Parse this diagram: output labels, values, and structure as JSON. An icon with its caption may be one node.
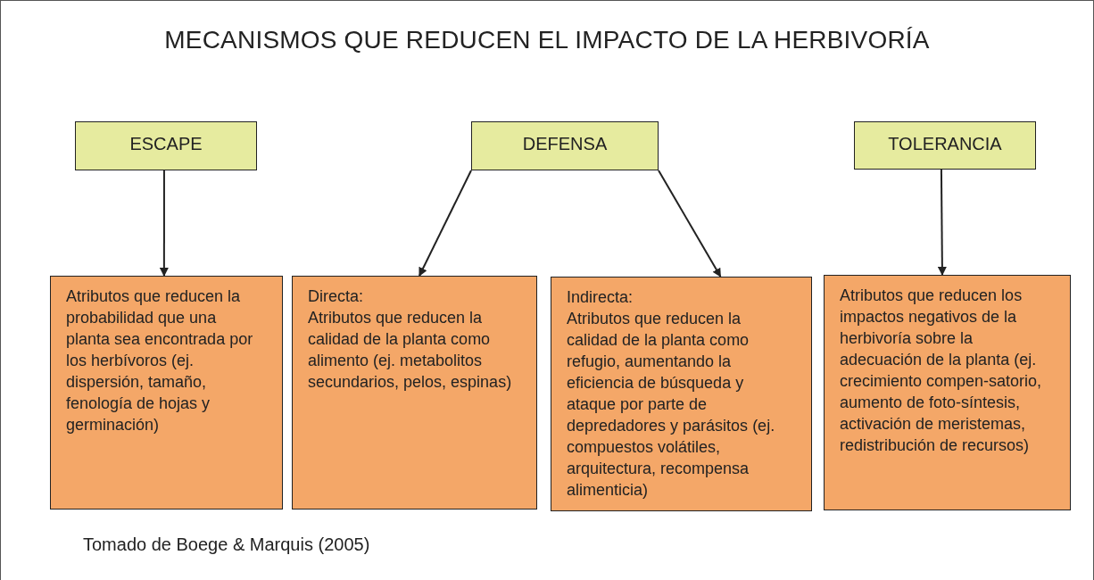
{
  "diagram": {
    "title": "MECANISMOS QUE REDUCEN EL IMPACTO DE LA HERBIVORÍA",
    "caption": "Tomado de Boege & Marquis (2005)",
    "nodes": [
      {
        "text": [
          "ESCAPE"
        ]
      },
      {
        "text": [
          "DEFENSA"
        ]
      },
      {
        "text": [
          "TOLERANCIA"
        ]
      },
      {
        "text": [
          "Atributos que reducen la probabilidad que una planta sea encontrada por los herbívoros (ej. dispersión, tamaño, fenología de hojas y germinación)"
        ]
      },
      {
        "text": [
          "Directa:",
          "Atributos que reducen la calidad  de la planta como alimento (ej. metabolitos secundarios, pelos, espinas)"
        ]
      },
      {
        "text": [
          "Indirecta:",
          "Atributos que reducen la calidad de la planta como refugio, aumentando la eficiencia de búsqueda y ataque por  parte de depredadores y parásitos (ej. compuestos volátiles, arquitectura, recompensa alimenticia)"
        ]
      },
      {
        "text": [
          "Atributos que reducen los impactos negativos de la herbivoría sobre la adecuación de la planta (ej. crecimiento compen-satorio, aumento de foto-síntesis, activación de meristemas, redistribución de recursos)"
        ]
      }
    ],
    "edges": [
      {
        "from": 0,
        "to": 3,
        "arrow": "to"
      },
      {
        "from": 1,
        "to": 4,
        "arrow": "to"
      },
      {
        "from": 1,
        "to": 5,
        "arrow": "to"
      },
      {
        "from": 2,
        "to": 6,
        "arrow": "to"
      }
    ]
  }
}
